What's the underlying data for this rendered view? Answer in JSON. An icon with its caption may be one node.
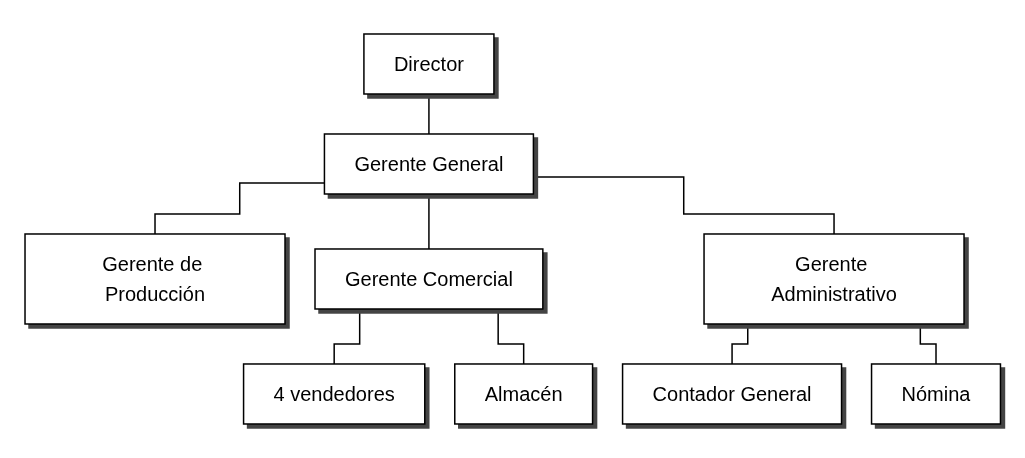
{
  "diagram": {
    "nodes": [
      {
        "text": [
          "Director"
        ]
      },
      {
        "text": [
          "Gerente General"
        ]
      },
      {
        "text": [
          "Gerente de Producción"
        ]
      },
      {
        "text": [
          "Gerente Comercial"
        ]
      },
      {
        "text": [
          "Gerente Administrativo"
        ]
      },
      {
        "text": [
          "4 vendedores"
        ]
      },
      {
        "text": [
          "Almacén"
        ]
      },
      {
        "text": [
          "Contador General"
        ]
      },
      {
        "text": [
          "Nómina"
        ]
      }
    ],
    "edges": [
      {
        "from": 0,
        "to": 1,
        "arrow": "none"
      },
      {
        "from": 1,
        "to": 2,
        "arrow": "none"
      },
      {
        "from": 1,
        "to": 3,
        "arrow": "none"
      },
      {
        "from": 1,
        "to": 4,
        "arrow": "none"
      },
      {
        "from": 3,
        "to": 5,
        "arrow": "none"
      },
      {
        "from": 3,
        "to": 6,
        "arrow": "none"
      },
      {
        "from": 4,
        "to": 7,
        "arrow": "none"
      },
      {
        "from": 4,
        "to": 8,
        "arrow": "none"
      }
    ]
  }
}
